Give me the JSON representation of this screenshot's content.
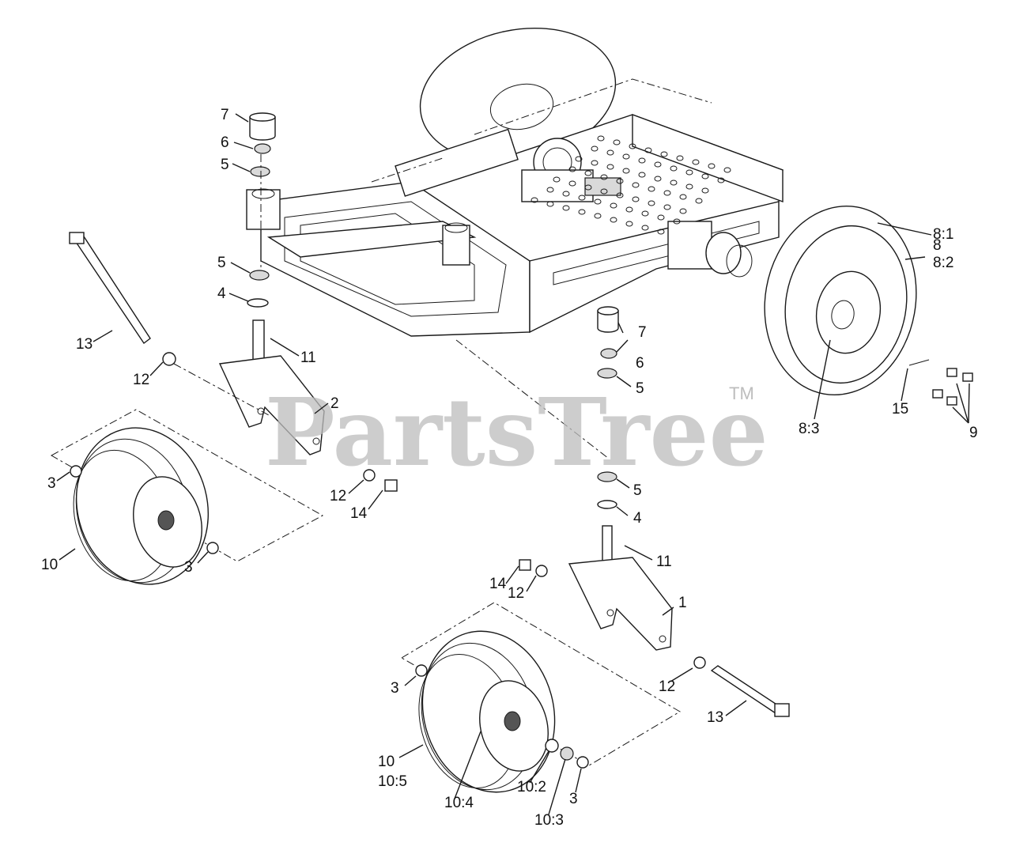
{
  "watermark": {
    "brand": "PartsTree",
    "trademark": "TM"
  },
  "callouts": [
    {
      "id": "c7a",
      "text": "7"
    },
    {
      "id": "c6a",
      "text": "6"
    },
    {
      "id": "c5a",
      "text": "5"
    },
    {
      "id": "c5b",
      "text": "5"
    },
    {
      "id": "c4a",
      "text": "4"
    },
    {
      "id": "c13a",
      "text": "13"
    },
    {
      "id": "c11a",
      "text": "11"
    },
    {
      "id": "c12a",
      "text": "12"
    },
    {
      "id": "c2",
      "text": "2"
    },
    {
      "id": "c3a",
      "text": "3"
    },
    {
      "id": "c3b",
      "text": "3"
    },
    {
      "id": "c10a",
      "text": "10"
    },
    {
      "id": "c12b",
      "text": "12"
    },
    {
      "id": "c14a",
      "text": "14"
    },
    {
      "id": "c7b",
      "text": "7"
    },
    {
      "id": "c6b",
      "text": "6"
    },
    {
      "id": "c5c",
      "text": "5"
    },
    {
      "id": "c5d",
      "text": "5"
    },
    {
      "id": "c4b",
      "text": "4"
    },
    {
      "id": "c11b",
      "text": "11"
    },
    {
      "id": "c14b",
      "text": "14"
    },
    {
      "id": "c12c",
      "text": "12"
    },
    {
      "id": "c1",
      "text": "1"
    },
    {
      "id": "c3c",
      "text": "3"
    },
    {
      "id": "c12d",
      "text": "12"
    },
    {
      "id": "c13b",
      "text": "13"
    },
    {
      "id": "c10b",
      "text": "10"
    },
    {
      "id": "c10_5",
      "text": "10:5"
    },
    {
      "id": "c10_4",
      "text": "10:4"
    },
    {
      "id": "c10_2",
      "text": "10:2"
    },
    {
      "id": "c10_3",
      "text": "10:3"
    },
    {
      "id": "c3d",
      "text": "3"
    },
    {
      "id": "c8",
      "text": "8"
    },
    {
      "id": "c8_2",
      "text": "8:2"
    },
    {
      "id": "c8_1",
      "text": "8:1"
    },
    {
      "id": "c8_3",
      "text": "8:3"
    },
    {
      "id": "c15",
      "text": "15"
    },
    {
      "id": "c9",
      "text": "9"
    }
  ]
}
